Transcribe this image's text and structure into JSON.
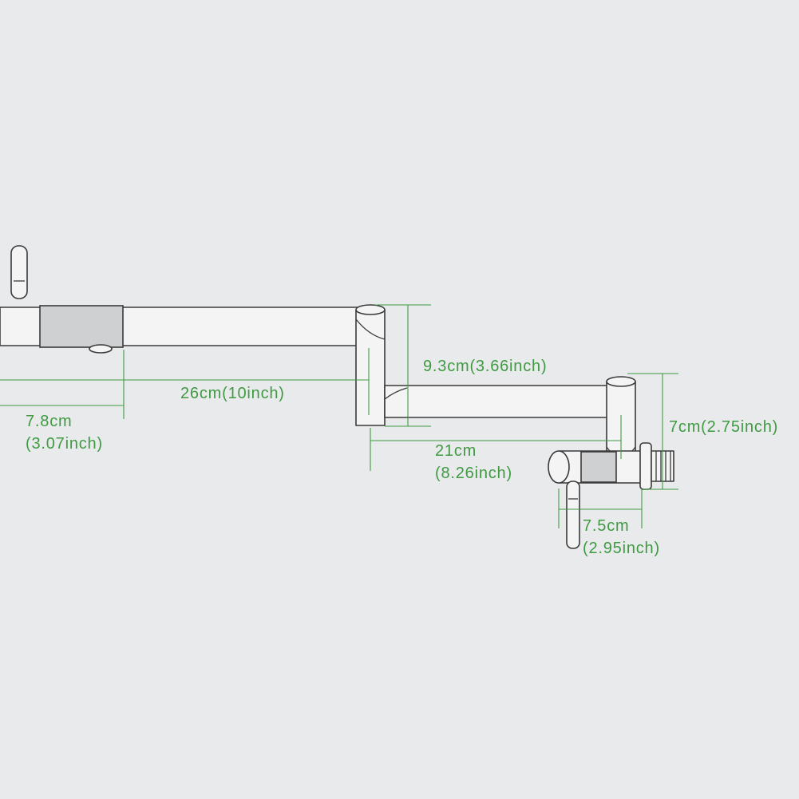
{
  "colors": {
    "background": "#e9eaec",
    "outline": "#3a3a3a",
    "dimension": "#3f9a42"
  },
  "dimensions": {
    "spout_length": "26cm(10inch)",
    "aerator_length_cm": "7.8cm",
    "aerator_length_in": "(3.07inch)",
    "elbow_drop": "9.3cm(3.66inch)",
    "second_arm_length_cm": "21cm",
    "second_arm_length_in": "(8.26inch)",
    "base_height": "7cm(2.75inch)",
    "base_width_cm": "7.5cm",
    "base_width_in": "(2.95inch)"
  }
}
